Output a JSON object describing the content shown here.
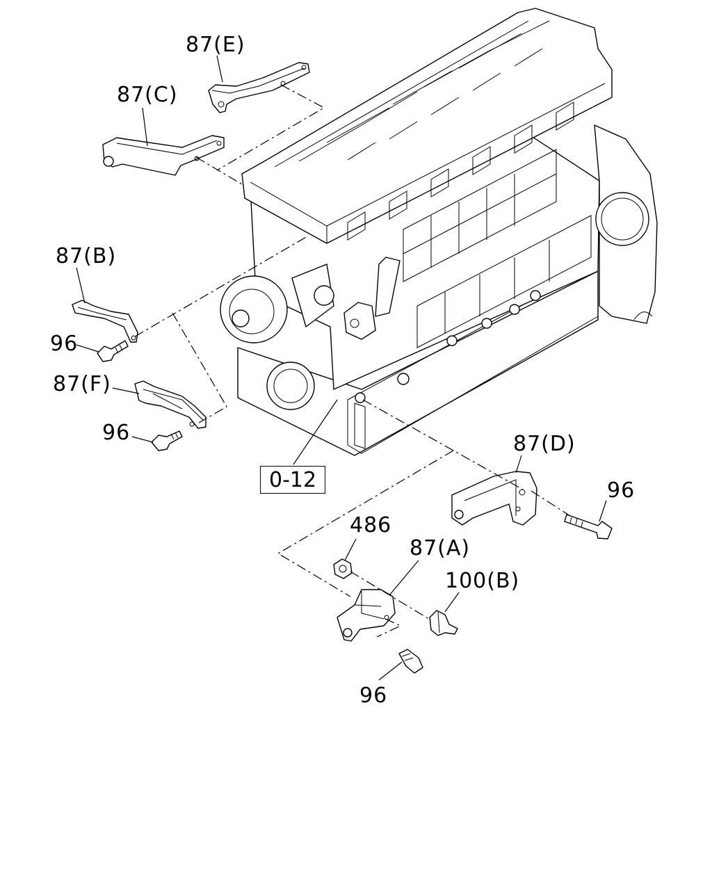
{
  "callouts": {
    "c87e": "87(E)",
    "c87c": "87(C)",
    "c87b": "87(B)",
    "c96_b": "96",
    "c87f": "87(F)",
    "c96_f": "96",
    "ref_box": "0-12",
    "c87d": "87(D)",
    "c96_d": "96",
    "c486": "486",
    "c87a": "87(A)",
    "c100b": "100(B)",
    "c96_a": "96"
  },
  "colors": {
    "line": "#000000",
    "background": "#ffffff"
  }
}
